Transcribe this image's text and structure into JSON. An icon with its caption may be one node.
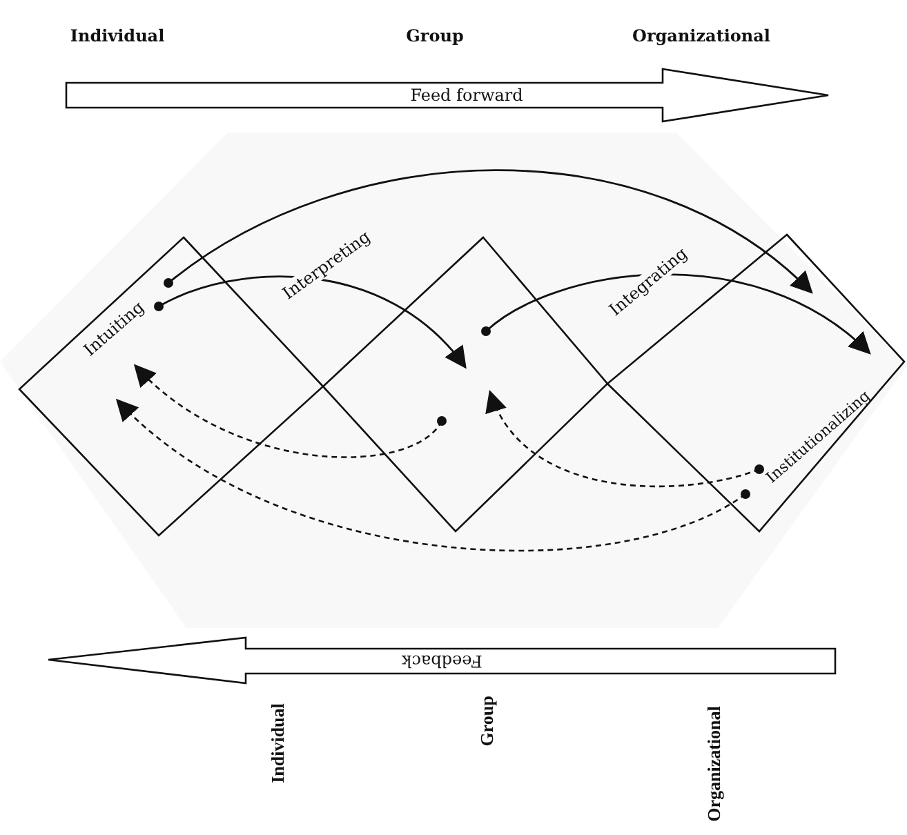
{
  "diagram": {
    "nodes": [
      {
        "text": [
          "Feed forward"
        ]
      },
      {
        "text": [
          "Intuiting"
        ]
      },
      {
        "text": [],
        "shape": "diamond"
      },
      {
        "text": [
          "Institutionalizing"
        ]
      },
      {
        "text": [
          "Feedback"
        ]
      }
    ],
    "edges": [
      {
        "from": 1,
        "to": 3,
        "arrow": "to"
      },
      {
        "from": 1,
        "to": 2,
        "arrow": "to",
        "label": "Interpreting"
      },
      {
        "from": 2,
        "to": 3,
        "arrow": "to",
        "label": "Integrating"
      },
      {
        "from": 2,
        "to": 1,
        "arrow": "to",
        "style": "dashed"
      },
      {
        "from": 3,
        "to": 2,
        "arrow": "to",
        "style": "dashed"
      },
      {
        "from": 3,
        "to": 1,
        "arrow": "to",
        "style": "dashed"
      }
    ],
    "labels": [
      "Individual",
      "Group",
      "Organizational",
      "Individual",
      "Group",
      "Organizational"
    ]
  }
}
